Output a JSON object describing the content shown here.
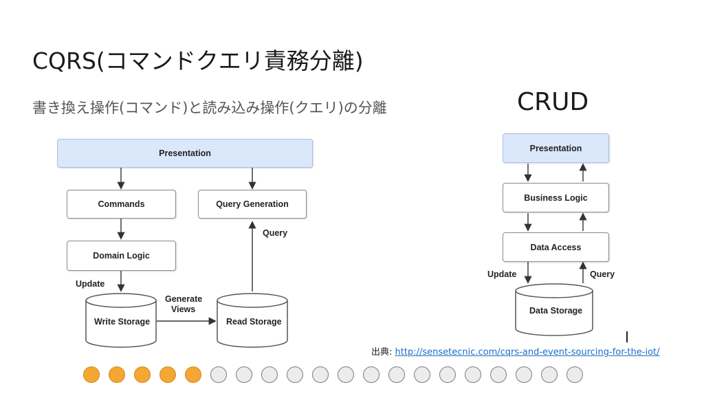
{
  "slide": {
    "title": "CQRS(コマンドクエリ責務分離)",
    "subtitle": "書き換え操作(コマンド)と読み込み操作(クエリ)の分離",
    "crud_heading": "CRUD"
  },
  "cqrs_diagram": {
    "presentation": "Presentation",
    "commands": "Commands",
    "query_generation": "Query Generation",
    "domain_logic": "Domain Logic",
    "write_storage": "Write Storage",
    "read_storage": "Read Storage",
    "update_label": "Update",
    "query_label": "Query",
    "generate_views_line1": "Generate",
    "generate_views_line2": "Views"
  },
  "crud_diagram": {
    "presentation": "Presentation",
    "business_logic": "Business Logic",
    "data_access": "Data Access",
    "data_storage": "Data Storage",
    "update_label": "Update",
    "query_label": "Query"
  },
  "source": {
    "prefix": "出典:",
    "url_text": "http://sensetecnic.com/cqrs-and-event-sourcing-for-the-iot/"
  },
  "progress": {
    "total": 20,
    "completed": 5,
    "active_color": "#f5a733",
    "inactive_color": "#ececec"
  }
}
